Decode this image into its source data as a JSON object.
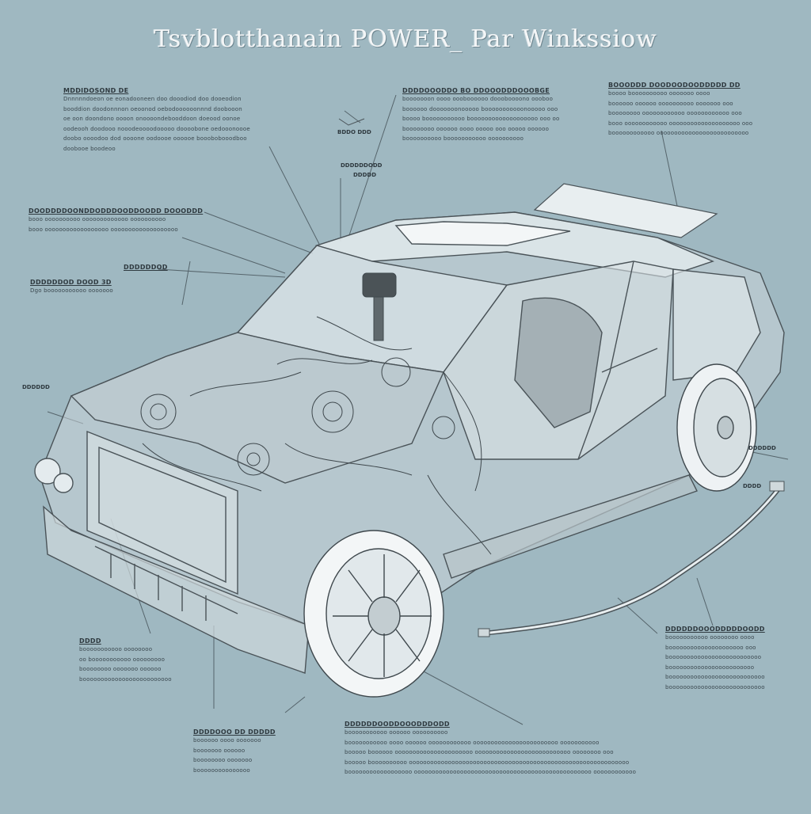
{
  "title": "Tsvblotthanain POWER_ Par Winkssiow",
  "palette": {
    "background": "#9fb8c1",
    "line_art": "#4a5358",
    "body_fill": "#c9d4d8",
    "glass_fill": "#e4ebee",
    "leader": "#56656c"
  },
  "callouts": {
    "top_left": {
      "heading": "MDDIDOSOND DE",
      "lines": [
        "Dnnnnndoeon oe eonadooneen doo dooodiod doo dooeodion",
        "booddion doodonnnon oeoonod oebodoooooonnnd doobooon",
        "oe oon doondono oooon onoooondebooddoon doeood oonoe",
        "oodeooh doodooo nooodeoooodooooo doooobone oedooonoooe",
        "doobo oooodoo dod oooone oodoooe oooooe booobobooodboo",
        "doobooe boodeoo"
      ]
    },
    "top_center": {
      "heading": "DDDDOOODDO BO DDOOODDDOOOBGE",
      "lines": [
        "booooooon oooo oooboooooo doooboooono oooboo",
        "boooooo dooooooonooooo booooooooooonooooo ooo",
        "boooo booooooooooo booooooooooooooooooo ooo oo",
        "boooooooo oooooo oooo ooooo ooo ooooo oooooo",
        "boooooooooo booooooooooo oooooooooo"
      ]
    },
    "top_right": {
      "heading": "BOOODDD DOODOODOODDDDD DD",
      "lines": [
        "boooo boooooooooo ooooooo oooo",
        "boooooo oooooo oooooooooo ooooooo ooo",
        "boooooooo oooooooooooo oooooooooooo ooo",
        "booo oooooooooooo oooooooooooooooooooo ooo",
        "boooooooooooo oooooooooooooooooooooooooo"
      ]
    },
    "mid_left": {
      "heading": "DOODDDDOONDDODDDOODDOODD DOOODDD",
      "lines": [
        "booo oooooooooo ooooooooooooo oooooooooo",
        "booo oooooooooooooooooo ooooooooooooooooooo"
      ]
    },
    "left_label_a": {
      "heading": "DDDDDDOD",
      "lines": []
    },
    "left_label_b": {
      "heading": "DDDDDDOD DOOD 3D",
      "lines": [
        "Dgo booooooooooo ooooooo"
      ]
    },
    "bottom_left": {
      "heading": "DDDD",
      "lines": [
        "booooooooooo oooooooo",
        "oo booooooooooo ooooooooo",
        "boooooooo ooooooo oooooo",
        "booooooooooooooooooooooooo"
      ]
    },
    "bottom_center_small": {
      "heading": "DDDDOOO DD DDDDD",
      "lines": [
        "boooooo oooo ooooooo",
        "booooooo oooooo",
        "boooooooo ooooooo",
        "booooooooooooooo"
      ]
    },
    "bottom_center": {
      "heading": "DDDDDDOODDOOODDDODD",
      "lines": [
        "booooooooooo oooooo oooooooooo",
        "booooooooooo oooo oooooo oooooooooooo oooooooooooooooooooooooo ooooooooooo",
        "booooo boooooo oooooooooooooooooooooo ooooooooooooooooooooooooooo oooooooo ooo",
        "booooo boooooooooo oooooooooooooooooooooooooooooooooooooooooooooooooooooooooooooo",
        "boooooooooooooooooo oooooooooooooooooooooooooooooooooooooooooooooooooo oooooooooooo"
      ]
    },
    "bottom_right": {
      "heading": "DDDDDDOOODDDDDOODD",
      "lines": [
        "booooooooooo oooooooo oooo",
        "booooooooooooooooooooo ooo",
        "boooooooooooooooooooooooooo",
        "boooooooooooooooooooooooo",
        "booooooooooooooooooooooooooo",
        "booooooooooooooooooooooooooo"
      ]
    },
    "tags": {
      "upper_small": "BDDO DDD",
      "roof_tag": "DDDDDDODD",
      "roof_tag_sub": "DDDDD",
      "side_tag": "DDDDDD",
      "right_tag": "DDDDDD",
      "cable_tag": "DDDD"
    }
  }
}
